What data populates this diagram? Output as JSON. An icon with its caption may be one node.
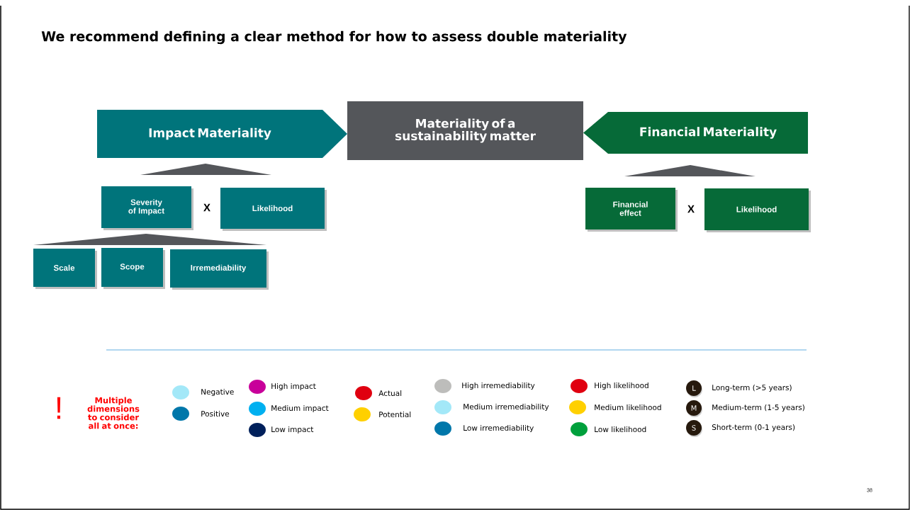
{
  "diagram": {
    "title": "We recommend defining a clear method for how to assess double materiality",
    "nodes": [
      {
        "text": [
          "Impact Materiality"
        ]
      },
      {
        "text": [
          "Materiality of a sustainability matter"
        ]
      },
      {
        "text": [
          "Financial Materiality"
        ]
      },
      {
        "text": [
          "Severity of Impact"
        ]
      },
      {
        "text": [
          "Likelihood"
        ]
      },
      {
        "text": [
          "Scale"
        ]
      },
      {
        "text": [
          "Scope"
        ]
      },
      {
        "text": [
          "Irremediability"
        ]
      },
      {
        "text": [
          "Financial effect"
        ]
      },
      {
        "text": [
          "Likelihood"
        ]
      },
      {
        "text": [],
        "shape": "triangle"
      },
      {
        "text": [],
        "shape": "triangle"
      },
      {
        "text": [],
        "shape": "triangle"
      }
    ],
    "edges": [],
    "labels": [
      "X",
      "X",
      "!",
      "Multiple dimensions to consider all at once:",
      "L",
      "M",
      "S",
      "38"
    ],
    "legend": [
      {
        "text": "Negative",
        "color": "#a3e8f8"
      },
      {
        "text": "Positive",
        "color": "#0077aa"
      },
      {
        "text": "High impact",
        "color": "#c8009a"
      },
      {
        "text": "Medium impact",
        "color": "#00b0f0"
      },
      {
        "text": "Low impact",
        "color": "#00205b"
      },
      {
        "text": "Actual",
        "color": "#e00010"
      },
      {
        "text": "Potential",
        "color": "#ffd000"
      },
      {
        "text": "High irremediability",
        "color": "#bdbdbb"
      },
      {
        "text": "Medium irremediability",
        "color": "#a3e8f8"
      },
      {
        "text": "Low irremediability",
        "color": "#0077aa"
      },
      {
        "text": "High likelihood",
        "color": "#e00010"
      },
      {
        "text": "Medium likelihood",
        "color": "#ffd000"
      },
      {
        "text": "Low likelihood",
        "color": "#00a03c"
      },
      {
        "text": "Long-term (>5 years)"
      },
      {
        "text": "Medium-term (1-5 years)"
      },
      {
        "text": "Short-term (0-1 years)"
      }
    ]
  }
}
